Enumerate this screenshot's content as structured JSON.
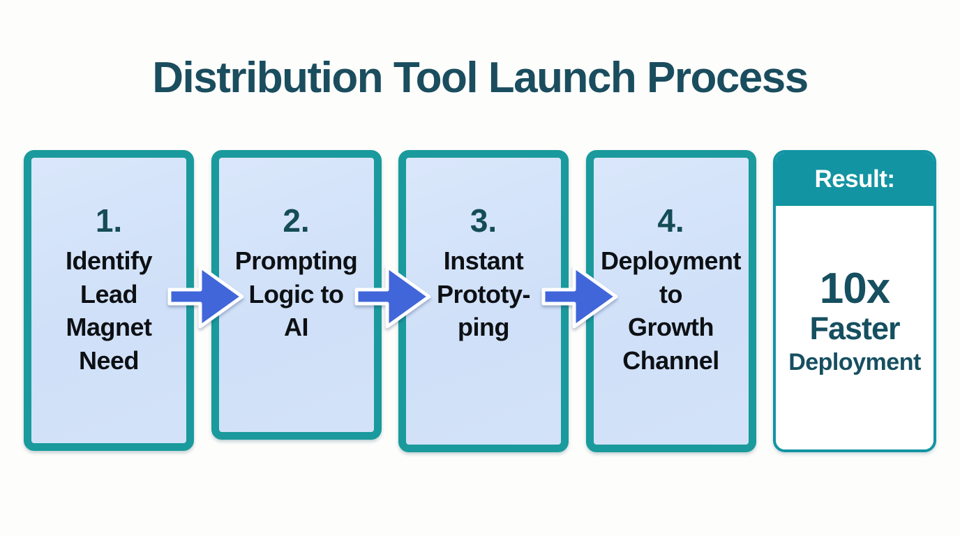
{
  "title": {
    "text": "Distribution Tool Launch Process"
  },
  "steps": [
    {
      "number": "1.",
      "label": "Identify Lead Magnet Need",
      "lines": [
        "Identify",
        "Lead",
        "Magnet",
        "Need"
      ]
    },
    {
      "number": "2.",
      "label": "Prompting Logic to AI",
      "lines": [
        "Prompting",
        "Logic to",
        "AI"
      ]
    },
    {
      "number": "3.",
      "label": "Instant Prototyping",
      "lines": [
        "Instant",
        "Prototy-",
        "ping"
      ]
    },
    {
      "number": "4.",
      "label": "Deployment to Growth Channel",
      "lines": [
        "Deployment",
        "to",
        "Growth",
        "Channel"
      ]
    }
  ],
  "result": {
    "header": "Result:",
    "value": "10x",
    "line2": "Faster",
    "line3": "Deployment"
  },
  "colors": {
    "title_text": "#1A4D5E",
    "card_border": "#1A9A9C",
    "card_background": "#D3E2F8",
    "card_number": "#144C57",
    "card_text": "#0D1014",
    "arrow_fill": "#4166DA",
    "arrow_outline": "#FFFFFF",
    "result_header_bg": "#1394A2",
    "result_text": "#164F60",
    "page_background": "#FDFDFC"
  }
}
